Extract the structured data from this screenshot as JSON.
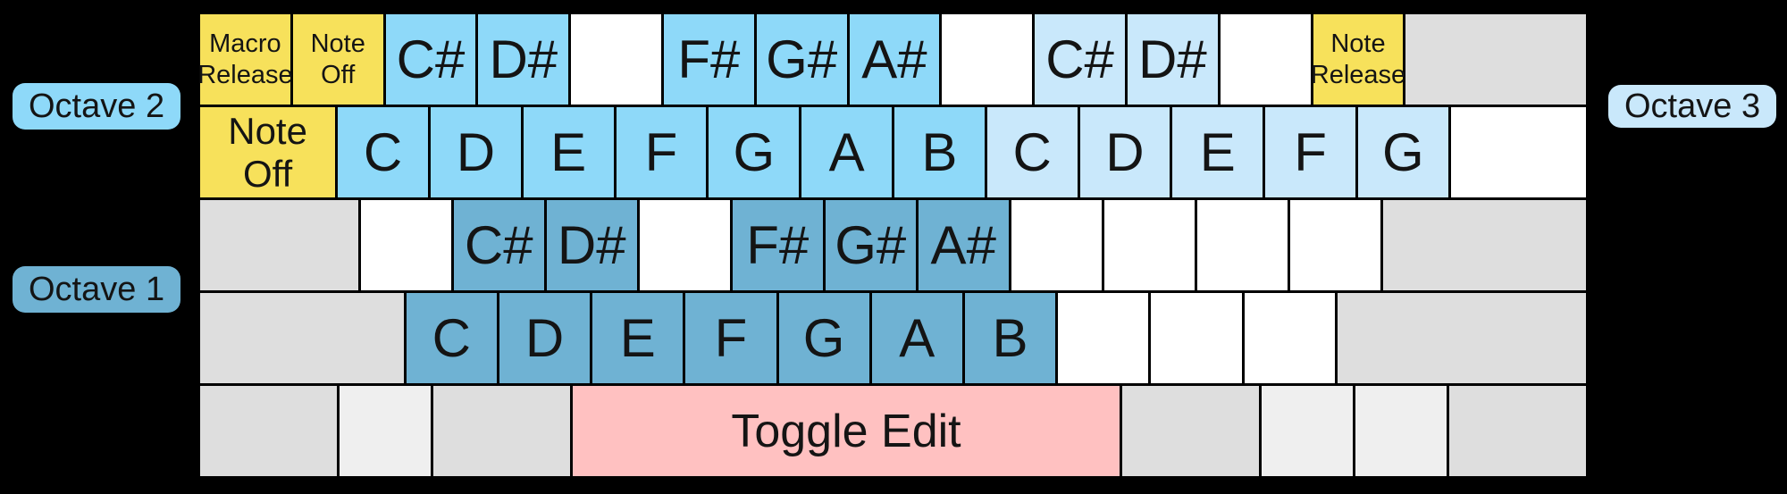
{
  "colors": {
    "bg": "#000000",
    "text": "#141414",
    "yellow": "#F7E15B",
    "oct1": "#6FB2D3",
    "oct2": "#8ED9F9",
    "oct3": "#C9E8FB",
    "gray": "#DEDEDE",
    "lgray": "#EFEFEF",
    "white": "#FFFFFF",
    "pink": "#FFC1C1"
  },
  "labels": {
    "octave1": "Octave 1",
    "octave2": "Octave 2",
    "octave3": "Octave 3"
  },
  "keyboard": {
    "rows": [
      {
        "keys": [
          {
            "name": "macro-release-key",
            "lines": [
              "Macro",
              "Release"
            ],
            "color": "yellow",
            "u": 1,
            "size": "small"
          },
          {
            "name": "note-off-key",
            "lines": [
              "Note",
              "Off"
            ],
            "color": "yellow",
            "u": 1,
            "size": "small"
          },
          {
            "name": "note-csharp-oct2",
            "lines": [
              "C#"
            ],
            "color": "oct2",
            "u": 1,
            "size": "note"
          },
          {
            "name": "note-dsharp-oct2",
            "lines": [
              "D#"
            ],
            "color": "oct2",
            "u": 1,
            "size": "note"
          },
          {
            "name": "blank-key",
            "lines": [],
            "color": "white",
            "u": 1
          },
          {
            "name": "note-fsharp-oct2",
            "lines": [
              "F#"
            ],
            "color": "oct2",
            "u": 1,
            "size": "note"
          },
          {
            "name": "note-gsharp-oct2",
            "lines": [
              "G#"
            ],
            "color": "oct2",
            "u": 1,
            "size": "note"
          },
          {
            "name": "note-asharp-oct2",
            "lines": [
              "A#"
            ],
            "color": "oct2",
            "u": 1,
            "size": "note"
          },
          {
            "name": "blank-key",
            "lines": [],
            "color": "white",
            "u": 1
          },
          {
            "name": "note-csharp-oct3",
            "lines": [
              "C#"
            ],
            "color": "oct3",
            "u": 1,
            "size": "note"
          },
          {
            "name": "note-dsharp-oct3",
            "lines": [
              "D#"
            ],
            "color": "oct3",
            "u": 1,
            "size": "note"
          },
          {
            "name": "blank-key",
            "lines": [],
            "color": "white",
            "u": 1
          },
          {
            "name": "note-release-key",
            "lines": [
              "Note",
              "Release"
            ],
            "color": "yellow",
            "u": 1,
            "size": "small"
          },
          {
            "name": "unmapped-key",
            "lines": [],
            "color": "gray",
            "u": 2
          }
        ]
      },
      {
        "keys": [
          {
            "name": "note-off-key-tab",
            "lines": [
              "Note",
              "Off"
            ],
            "color": "yellow",
            "u": 1.5,
            "size": "medium"
          },
          {
            "name": "note-c-oct2",
            "lines": [
              "C"
            ],
            "color": "oct2",
            "u": 1,
            "size": "note"
          },
          {
            "name": "note-d-oct2",
            "lines": [
              "D"
            ],
            "color": "oct2",
            "u": 1,
            "size": "note"
          },
          {
            "name": "note-e-oct2",
            "lines": [
              "E"
            ],
            "color": "oct2",
            "u": 1,
            "size": "note"
          },
          {
            "name": "note-f-oct2",
            "lines": [
              "F"
            ],
            "color": "oct2",
            "u": 1,
            "size": "note"
          },
          {
            "name": "note-g-oct2",
            "lines": [
              "G"
            ],
            "color": "oct2",
            "u": 1,
            "size": "note"
          },
          {
            "name": "note-a-oct2",
            "lines": [
              "A"
            ],
            "color": "oct2",
            "u": 1,
            "size": "note"
          },
          {
            "name": "note-b-oct2",
            "lines": [
              "B"
            ],
            "color": "oct2",
            "u": 1,
            "size": "note"
          },
          {
            "name": "note-c-oct3",
            "lines": [
              "C"
            ],
            "color": "oct3",
            "u": 1,
            "size": "note"
          },
          {
            "name": "note-d-oct3",
            "lines": [
              "D"
            ],
            "color": "oct3",
            "u": 1,
            "size": "note"
          },
          {
            "name": "note-e-oct3",
            "lines": [
              "E"
            ],
            "color": "oct3",
            "u": 1,
            "size": "note"
          },
          {
            "name": "note-f-oct3",
            "lines": [
              "F"
            ],
            "color": "oct3",
            "u": 1,
            "size": "note"
          },
          {
            "name": "note-g-oct3",
            "lines": [
              "G"
            ],
            "color": "oct3",
            "u": 1,
            "size": "note"
          },
          {
            "name": "blank-key",
            "lines": [],
            "color": "white",
            "u": 1.5
          }
        ]
      },
      {
        "keys": [
          {
            "name": "unmapped-key",
            "lines": [],
            "color": "gray",
            "u": 1.75
          },
          {
            "name": "blank-key",
            "lines": [],
            "color": "white",
            "u": 1
          },
          {
            "name": "note-csharp-oct1",
            "lines": [
              "C#"
            ],
            "color": "oct1",
            "u": 1,
            "size": "note"
          },
          {
            "name": "note-dsharp-oct1",
            "lines": [
              "D#"
            ],
            "color": "oct1",
            "u": 1,
            "size": "note"
          },
          {
            "name": "blank-key",
            "lines": [],
            "color": "white",
            "u": 1
          },
          {
            "name": "note-fsharp-oct1",
            "lines": [
              "F#"
            ],
            "color": "oct1",
            "u": 1,
            "size": "note"
          },
          {
            "name": "note-gsharp-oct1",
            "lines": [
              "G#"
            ],
            "color": "oct1",
            "u": 1,
            "size": "note"
          },
          {
            "name": "note-asharp-oct1",
            "lines": [
              "A#"
            ],
            "color": "oct1",
            "u": 1,
            "size": "note"
          },
          {
            "name": "blank-key",
            "lines": [],
            "color": "white",
            "u": 1
          },
          {
            "name": "blank-key",
            "lines": [],
            "color": "white",
            "u": 1
          },
          {
            "name": "blank-key",
            "lines": [],
            "color": "white",
            "u": 1
          },
          {
            "name": "blank-key",
            "lines": [],
            "color": "white",
            "u": 1
          },
          {
            "name": "unmapped-key",
            "lines": [],
            "color": "gray",
            "u": 2.25
          }
        ]
      },
      {
        "keys": [
          {
            "name": "unmapped-key",
            "lines": [],
            "color": "gray",
            "u": 2.25
          },
          {
            "name": "note-c-oct1",
            "lines": [
              "C"
            ],
            "color": "oct1",
            "u": 1,
            "size": "note"
          },
          {
            "name": "note-d-oct1",
            "lines": [
              "D"
            ],
            "color": "oct1",
            "u": 1,
            "size": "note"
          },
          {
            "name": "note-e-oct1",
            "lines": [
              "E"
            ],
            "color": "oct1",
            "u": 1,
            "size": "note"
          },
          {
            "name": "note-f-oct1",
            "lines": [
              "F"
            ],
            "color": "oct1",
            "u": 1,
            "size": "note"
          },
          {
            "name": "note-g-oct1",
            "lines": [
              "G"
            ],
            "color": "oct1",
            "u": 1,
            "size": "note"
          },
          {
            "name": "note-a-oct1",
            "lines": [
              "A"
            ],
            "color": "oct1",
            "u": 1,
            "size": "note"
          },
          {
            "name": "note-b-oct1",
            "lines": [
              "B"
            ],
            "color": "oct1",
            "u": 1,
            "size": "note"
          },
          {
            "name": "blank-key",
            "lines": [],
            "color": "white",
            "u": 1
          },
          {
            "name": "blank-key",
            "lines": [],
            "color": "white",
            "u": 1
          },
          {
            "name": "blank-key",
            "lines": [],
            "color": "white",
            "u": 1
          },
          {
            "name": "unmapped-key",
            "lines": [],
            "color": "gray",
            "u": 2.75
          }
        ]
      },
      {
        "keys": [
          {
            "name": "unmapped-key",
            "lines": [],
            "color": "gray",
            "u": 1.5
          },
          {
            "name": "unmapped-key-light",
            "lines": [],
            "color": "lgray",
            "u": 1
          },
          {
            "name": "unmapped-key",
            "lines": [],
            "color": "gray",
            "u": 1.5
          },
          {
            "name": "toggle-edit-key",
            "lines": [
              "Toggle Edit"
            ],
            "color": "pink",
            "u": 6,
            "size": "large"
          },
          {
            "name": "unmapped-key",
            "lines": [],
            "color": "gray",
            "u": 1.5
          },
          {
            "name": "unmapped-key-light",
            "lines": [],
            "color": "lgray",
            "u": 1
          },
          {
            "name": "unmapped-key-light",
            "lines": [],
            "color": "lgray",
            "u": 1
          },
          {
            "name": "unmapped-key",
            "lines": [],
            "color": "gray",
            "u": 1.5
          }
        ]
      }
    ]
  }
}
